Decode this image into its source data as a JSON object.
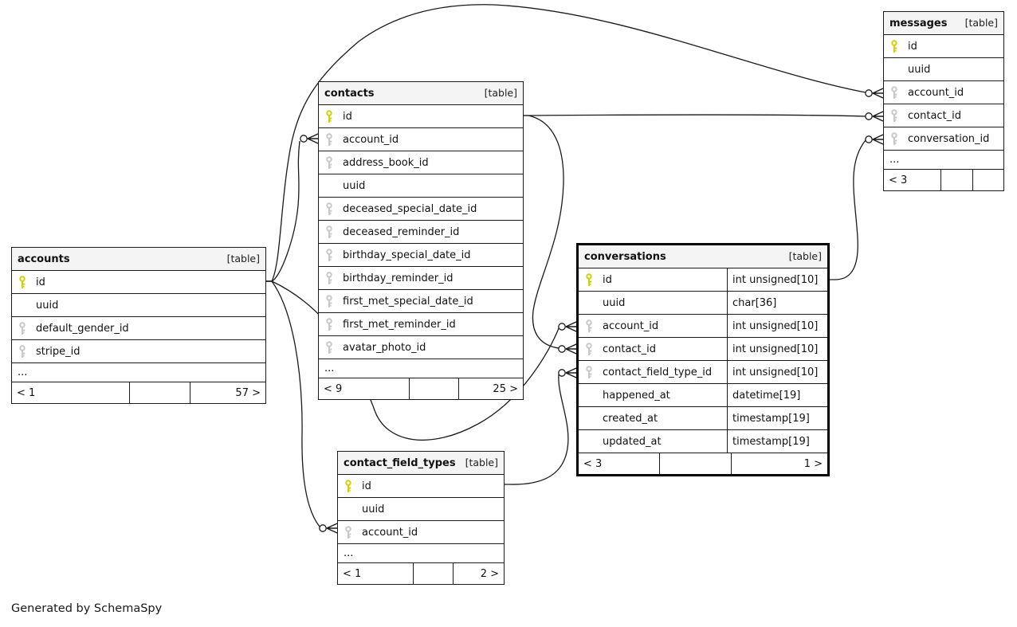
{
  "diagram": {
    "footer_note": "Generated by SchemaSpy",
    "colors": {
      "primary_key": "#d4cf00",
      "foreign_key": "#c8c8c8",
      "header_bg": "#f4f4f4",
      "line": "#1a1a1a"
    },
    "tables": [
      {
        "id": "accounts",
        "name": "accounts",
        "tag": "[table]",
        "emphasized": false,
        "columns": [
          {
            "name": "id",
            "key": "pk",
            "type": ""
          },
          {
            "name": "uuid",
            "key": "none",
            "type": ""
          },
          {
            "name": "default_gender_id",
            "key": "fk",
            "type": ""
          },
          {
            "name": "stripe_id",
            "key": "fk",
            "type": ""
          }
        ],
        "ellipsis": "...",
        "footer": {
          "left": "< 1",
          "middle": "",
          "right": "57 >"
        }
      },
      {
        "id": "contacts",
        "name": "contacts",
        "tag": "[table]",
        "emphasized": false,
        "columns": [
          {
            "name": "id",
            "key": "pk",
            "type": ""
          },
          {
            "name": "account_id",
            "key": "fk",
            "type": ""
          },
          {
            "name": "address_book_id",
            "key": "fk",
            "type": ""
          },
          {
            "name": "uuid",
            "key": "none",
            "type": ""
          },
          {
            "name": "deceased_special_date_id",
            "key": "fk",
            "type": ""
          },
          {
            "name": "deceased_reminder_id",
            "key": "fk",
            "type": ""
          },
          {
            "name": "birthday_special_date_id",
            "key": "fk",
            "type": ""
          },
          {
            "name": "birthday_reminder_id",
            "key": "fk",
            "type": ""
          },
          {
            "name": "first_met_special_date_id",
            "key": "fk",
            "type": ""
          },
          {
            "name": "first_met_reminder_id",
            "key": "fk",
            "type": ""
          },
          {
            "name": "avatar_photo_id",
            "key": "fk",
            "type": ""
          }
        ],
        "ellipsis": "...",
        "footer": {
          "left": "< 9",
          "middle": "",
          "right": "25 >"
        }
      },
      {
        "id": "messages",
        "name": "messages",
        "tag": "[table]",
        "emphasized": false,
        "columns": [
          {
            "name": "id",
            "key": "pk",
            "type": ""
          },
          {
            "name": "uuid",
            "key": "none",
            "type": ""
          },
          {
            "name": "account_id",
            "key": "fk",
            "type": ""
          },
          {
            "name": "contact_id",
            "key": "fk",
            "type": ""
          },
          {
            "name": "conversation_id",
            "key": "fk",
            "type": ""
          }
        ],
        "ellipsis": "...",
        "footer": {
          "left": "< 3",
          "middle": "",
          "right": ""
        }
      },
      {
        "id": "conversations",
        "name": "conversations",
        "tag": "[table]",
        "emphasized": true,
        "columns": [
          {
            "name": "id",
            "key": "pk",
            "type": "int unsigned[10]"
          },
          {
            "name": "uuid",
            "key": "none",
            "type": "char[36]"
          },
          {
            "name": "account_id",
            "key": "fk",
            "type": "int unsigned[10]"
          },
          {
            "name": "contact_id",
            "key": "fk",
            "type": "int unsigned[10]"
          },
          {
            "name": "contact_field_type_id",
            "key": "fk",
            "type": "int unsigned[10]"
          },
          {
            "name": "happened_at",
            "key": "none",
            "type": "datetime[19]"
          },
          {
            "name": "created_at",
            "key": "none",
            "type": "timestamp[19]"
          },
          {
            "name": "updated_at",
            "key": "none",
            "type": "timestamp[19]"
          }
        ],
        "ellipsis": "",
        "footer": {
          "left": "< 3",
          "middle": "",
          "right": "1 >"
        }
      },
      {
        "id": "contact_field_types",
        "name": "contact_field_types",
        "tag": "[table]",
        "emphasized": false,
        "columns": [
          {
            "name": "id",
            "key": "pk",
            "type": ""
          },
          {
            "name": "uuid",
            "key": "none",
            "type": ""
          },
          {
            "name": "account_id",
            "key": "fk",
            "type": ""
          }
        ],
        "ellipsis": "...",
        "footer": {
          "left": "< 1",
          "middle": "",
          "right": "2 >"
        }
      }
    ],
    "relationships": [
      {
        "from": "accounts.id",
        "to": "contacts.account_id"
      },
      {
        "from": "accounts.id",
        "to": "messages.account_id"
      },
      {
        "from": "accounts.id",
        "to": "conversations.account_id"
      },
      {
        "from": "accounts.id",
        "to": "contact_field_types.account_id"
      },
      {
        "from": "contacts.id",
        "to": "messages.contact_id"
      },
      {
        "from": "contacts.id",
        "to": "conversations.contact_id"
      },
      {
        "from": "contact_field_types.id",
        "to": "conversations.contact_field_type_id"
      },
      {
        "from": "conversations.id",
        "to": "messages.conversation_id"
      }
    ]
  }
}
